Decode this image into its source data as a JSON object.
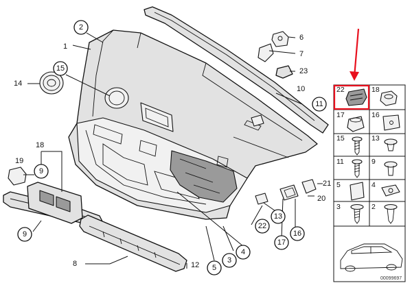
{
  "callouts": {
    "c1": "1",
    "c2": "2",
    "c6": "6",
    "c7": "7",
    "c23": "23",
    "c10": "10",
    "c11": "11",
    "c14": "14",
    "c15": "15",
    "c18": "18",
    "c19": "19",
    "c9": "9",
    "c9b": "9",
    "c8": "8",
    "c12": "12",
    "c5": "5",
    "c3": "3",
    "c4": "4",
    "c21": "21",
    "c20": "20",
    "c13": "13",
    "c22": "22",
    "c17": "17",
    "c16": "16"
  },
  "parts_grid": {
    "cells": {
      "r1l": "22",
      "r1r": "18",
      "r2l": "17",
      "r2r": "16",
      "r3l": "15",
      "r3r": "13",
      "r4l": "11",
      "r4r": "9",
      "r5l": "5",
      "r5r": "4",
      "r6l": "3",
      "r6r": "2"
    }
  },
  "catalogue_number": "00099697",
  "colors": {
    "highlight": "#e8101e",
    "line": "#111111",
    "fill": "#e2e2e2"
  }
}
